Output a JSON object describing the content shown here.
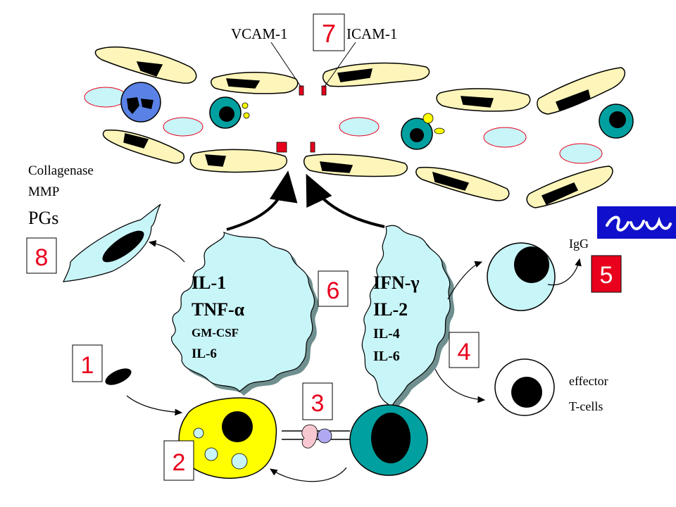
{
  "labels": {
    "vcam": "VCAM-1",
    "icam": "ICAM-1",
    "collagenase": "Collagenase",
    "mmp": "MMP",
    "pgs": "PGs",
    "igg": "IgG",
    "effector": "effector",
    "tcells": "T-cells"
  },
  "macrophage_cytokines": [
    "IL-1",
    "TNF-α",
    "GM-CSF",
    "IL-6"
  ],
  "tcell_cytokines": [
    "IFN-γ",
    "IL-2",
    "IL-4",
    "IL-6"
  ],
  "steps": {
    "s1": "1",
    "s2": "2",
    "s3": "3",
    "s4": "4",
    "s5": "5",
    "s6": "6",
    "s7": "7",
    "s8": "8"
  },
  "colors": {
    "endothelial": "#fdf5b9",
    "cell_nucleus": "#000000",
    "cyan_cell": "#c8f5f8",
    "teal_cell": "#00a0a0",
    "blue_cell": "#5a82e6",
    "apc_yellow": "#ffff00",
    "red_marker": "#e8001c",
    "step5_fill": "#e8001c",
    "step_number_red": "#e8001c"
  },
  "icons": {
    "logo": "script-logo-icon"
  }
}
